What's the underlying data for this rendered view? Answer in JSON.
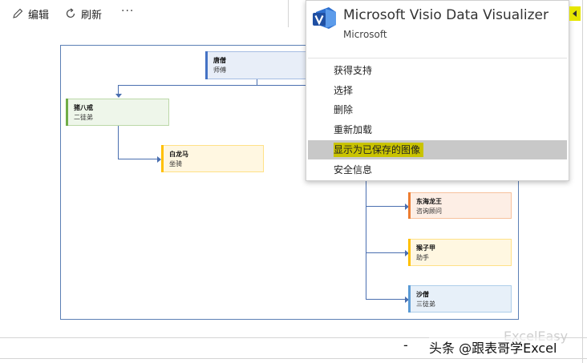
{
  "toolbar": {
    "edit_label": "编辑",
    "refresh_label": "刷新",
    "more_label": "···",
    "edit_icon": "pencil-icon",
    "refresh_icon": "refresh-icon"
  },
  "diagram": {
    "nodes": [
      {
        "name": "唐僧",
        "role": "师傅",
        "color": "#4472c4",
        "fill": "#e8eef8"
      },
      {
        "name": "猪八戒",
        "role": "二徒弟",
        "color": "#70ad47",
        "fill": "#eef6ea"
      },
      {
        "name": "白龙马",
        "role": "坐骑",
        "color": "#ffc000",
        "fill": "#fff7e1"
      },
      {
        "name": "东海龙王",
        "role": "咨询顾问",
        "color": "#ed7d31",
        "fill": "#fdeee5"
      },
      {
        "name": "猴子甲",
        "role": "助手",
        "color": "#ffc000",
        "fill": "#fff7e1"
      },
      {
        "name": "沙僧",
        "role": "三徒弟",
        "color": "#5b9bd5",
        "fill": "#e7f0f9"
      }
    ]
  },
  "popup": {
    "title": "Microsoft Visio Data Visualizer",
    "publisher": "Microsoft",
    "items": [
      "获得支持",
      "选择",
      "删除",
      "重新加载",
      "显示为已保存的图像",
      "安全信息"
    ],
    "highlight_color": "#c9c300"
  },
  "watermark": {
    "brand": "ExcelEasy",
    "text": "头条 @跟表哥学Excel",
    "dash": "-"
  }
}
